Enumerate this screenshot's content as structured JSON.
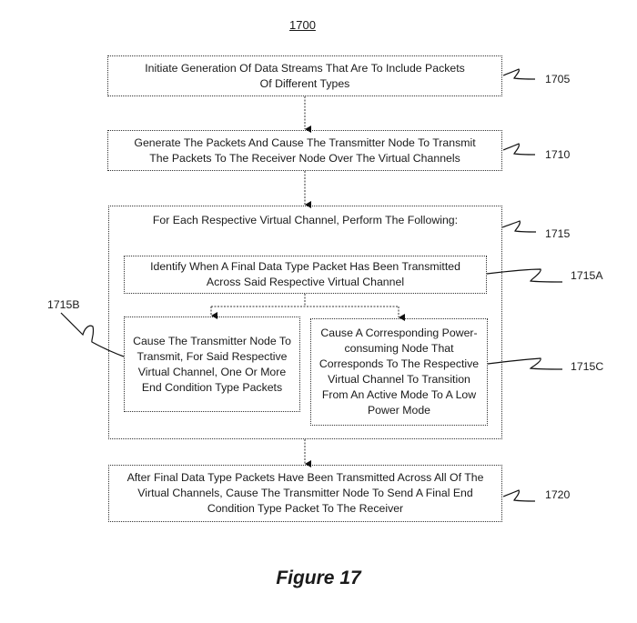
{
  "figure": {
    "number_label": "1700",
    "caption": "Figure 17"
  },
  "steps": {
    "s1705": {
      "ref": "1705",
      "text": "Initiate Generation Of Data Streams That Are To Include Packets Of Different Types"
    },
    "s1710": {
      "ref": "1710",
      "text": "Generate The Packets And Cause The Transmitter Node To Transmit The Packets To The Receiver Node Over The Virtual Channels"
    },
    "s1715": {
      "ref": "1715",
      "text": "For Each Respective Virtual Channel, Perform The Following:"
    },
    "s1715A": {
      "ref": "1715A",
      "text": "Identify When A Final Data Type Packet Has Been Transmitted Across Said Respective Virtual Channel"
    },
    "s1715B": {
      "ref": "1715B",
      "text": "Cause The Transmitter Node To Transmit, For Said Respective Virtual Channel, One Or More End Condition Type Packets"
    },
    "s1715C": {
      "ref": "1715C",
      "text": "Cause A Corresponding Power-consuming Node That Corresponds To The Respective Virtual Channel To Transition From An Active Mode To A Low Power Mode"
    },
    "s1720": {
      "ref": "1720",
      "text": "After Final Data Type Packets Have Been Transmitted Across All Of The Virtual Channels, Cause The Transmitter Node To Send A Final End Condition Type Packet To The Receiver"
    }
  }
}
